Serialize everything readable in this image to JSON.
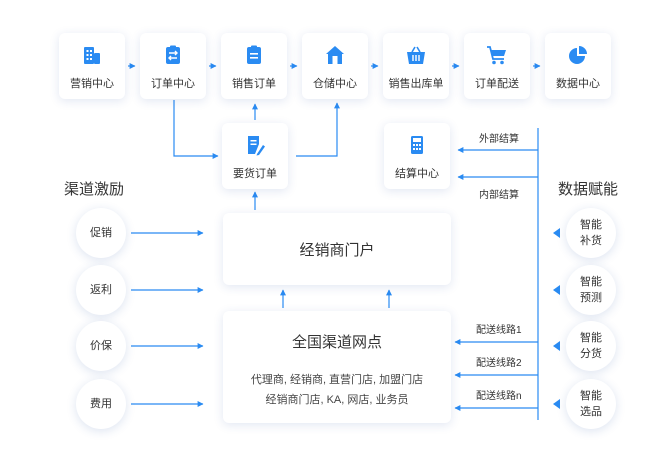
{
  "top_row": [
    {
      "label": "营销中心",
      "icon": "building-icon"
    },
    {
      "label": "订单中心",
      "icon": "order-clipboard-icon"
    },
    {
      "label": "销售订单",
      "icon": "sales-clipboard-icon"
    },
    {
      "label": "仓储中心",
      "icon": "warehouse-icon"
    },
    {
      "label": "销售出库单",
      "icon": "basket-icon"
    },
    {
      "label": "订单配送",
      "icon": "cart-icon"
    },
    {
      "label": "数据中心",
      "icon": "pie-chart-icon"
    }
  ],
  "requisition": {
    "label": "要货订单",
    "icon": "document-edit-icon"
  },
  "settlement": {
    "label": "结算中心",
    "icon": "calculator-icon"
  },
  "external_settlement": "外部结算",
  "internal_settlement": "内部结算",
  "left_heading": "渠道激励",
  "right_heading": "数据赋能",
  "incentives": [
    "促销",
    "返利",
    "价保",
    "费用"
  ],
  "enablement": [
    "智能补货",
    "智能预测",
    "智能分货",
    "智能选品"
  ],
  "dealer_portal": "经销商门户",
  "network": {
    "title": "全国渠道网点",
    "line1": "代理商, 经销商, 直营门店, 加盟门店",
    "line2": "经销商门店, KA, 网店, 业务员"
  },
  "routes": [
    "配送线路1",
    "配送线路2",
    "配送线路n"
  ],
  "colors": {
    "accent": "#2a8bf2",
    "text": "#333333"
  }
}
